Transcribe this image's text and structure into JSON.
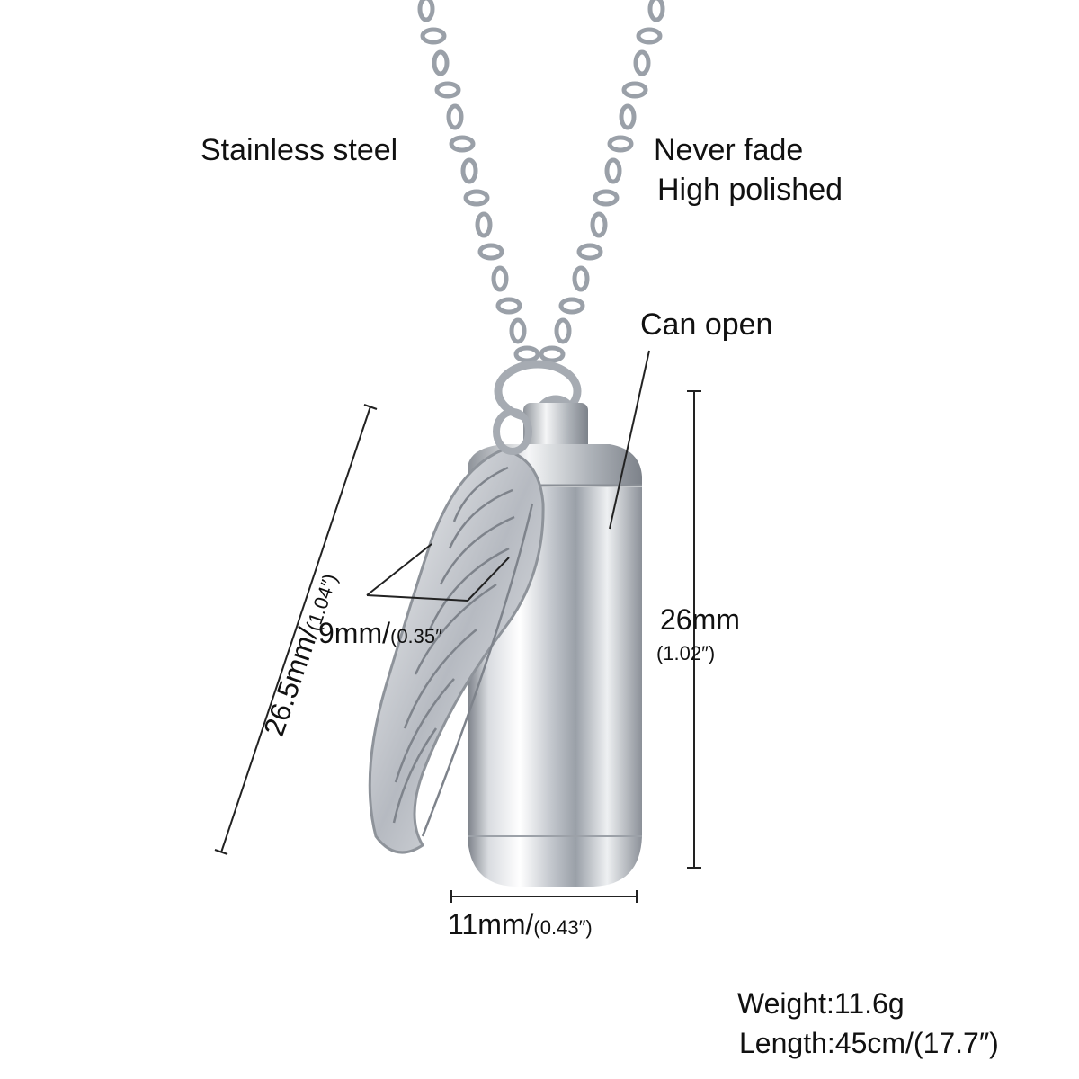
{
  "features": {
    "material": "Stainless steel",
    "never_fade": "Never fade",
    "high_polished": "High polished",
    "can_open": "Can open"
  },
  "dimensions": {
    "cylinder_height_mm": "26mm",
    "cylinder_height_in": "(1.02″)",
    "cylinder_width_mm": "11mm/",
    "cylinder_width_in": "(0.43″)",
    "wing_width_mm": "9mm/",
    "wing_width_in": "(0.35″",
    "wing_length_mm": "26.5mm/",
    "wing_length_in": "(1.04″)"
  },
  "specs": {
    "weight": "Weight:11.6g",
    "length": "Length:45cm/(17.7″)"
  },
  "colors": {
    "background": "#ffffff",
    "text": "#111111",
    "steel_light": "#f4f5f7",
    "steel_mid": "#b9bdc4",
    "steel_dark": "#6d727a"
  }
}
